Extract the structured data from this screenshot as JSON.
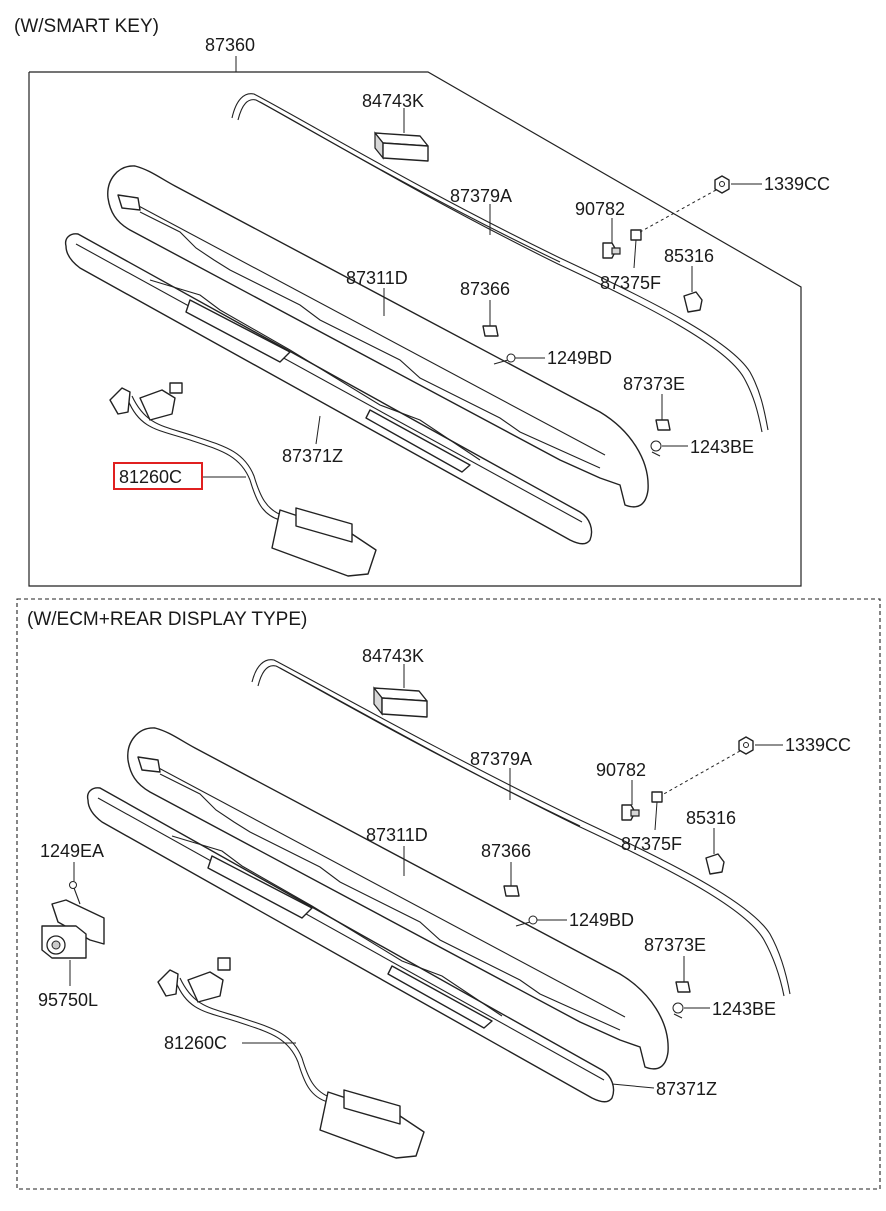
{
  "sections": [
    {
      "title": "(W/SMART KEY)",
      "assembly": "87360",
      "parts": [
        {
          "code": "84743K",
          "highlighted": false
        },
        {
          "code": "87379A",
          "highlighted": false
        },
        {
          "code": "90782",
          "highlighted": false
        },
        {
          "code": "1339CC",
          "highlighted": false
        },
        {
          "code": "87375F",
          "highlighted": false
        },
        {
          "code": "85316",
          "highlighted": false
        },
        {
          "code": "87311D",
          "highlighted": false
        },
        {
          "code": "87366",
          "highlighted": false
        },
        {
          "code": "1249BD",
          "highlighted": false
        },
        {
          "code": "87373E",
          "highlighted": false
        },
        {
          "code": "1243BE",
          "highlighted": false
        },
        {
          "code": "87371Z",
          "highlighted": false
        },
        {
          "code": "81260C",
          "highlighted": true
        }
      ]
    },
    {
      "title": "(W/ECM+REAR DISPLAY TYPE)",
      "parts": [
        {
          "code": "84743K",
          "highlighted": false
        },
        {
          "code": "87379A",
          "highlighted": false
        },
        {
          "code": "90782",
          "highlighted": false
        },
        {
          "code": "1339CC",
          "highlighted": false
        },
        {
          "code": "87375F",
          "highlighted": false
        },
        {
          "code": "85316",
          "highlighted": false
        },
        {
          "code": "87311D",
          "highlighted": false
        },
        {
          "code": "87366",
          "highlighted": false
        },
        {
          "code": "1249BD",
          "highlighted": false
        },
        {
          "code": "1249EA",
          "highlighted": false
        },
        {
          "code": "87373E",
          "highlighted": false
        },
        {
          "code": "1243BE",
          "highlighted": false
        },
        {
          "code": "95750L",
          "highlighted": false
        },
        {
          "code": "81260C",
          "highlighted": false
        },
        {
          "code": "87371Z",
          "highlighted": false
        }
      ]
    }
  ],
  "colors": {
    "highlight": "#e02020",
    "line": "#222222"
  }
}
